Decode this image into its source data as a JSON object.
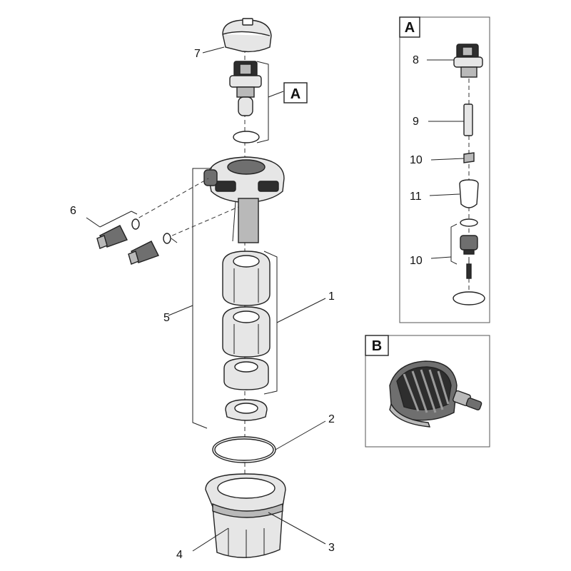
{
  "callouts": {
    "n1": "1",
    "n2": "2",
    "n3": "3",
    "n4": "4",
    "n5": "5",
    "n6": "6",
    "n7": "7",
    "n8": "8",
    "n9": "9",
    "n10a": "10",
    "n11": "11",
    "n10b": "10"
  },
  "boxes": {
    "a_main": "A",
    "a_panel": "A",
    "b_panel": "B"
  }
}
